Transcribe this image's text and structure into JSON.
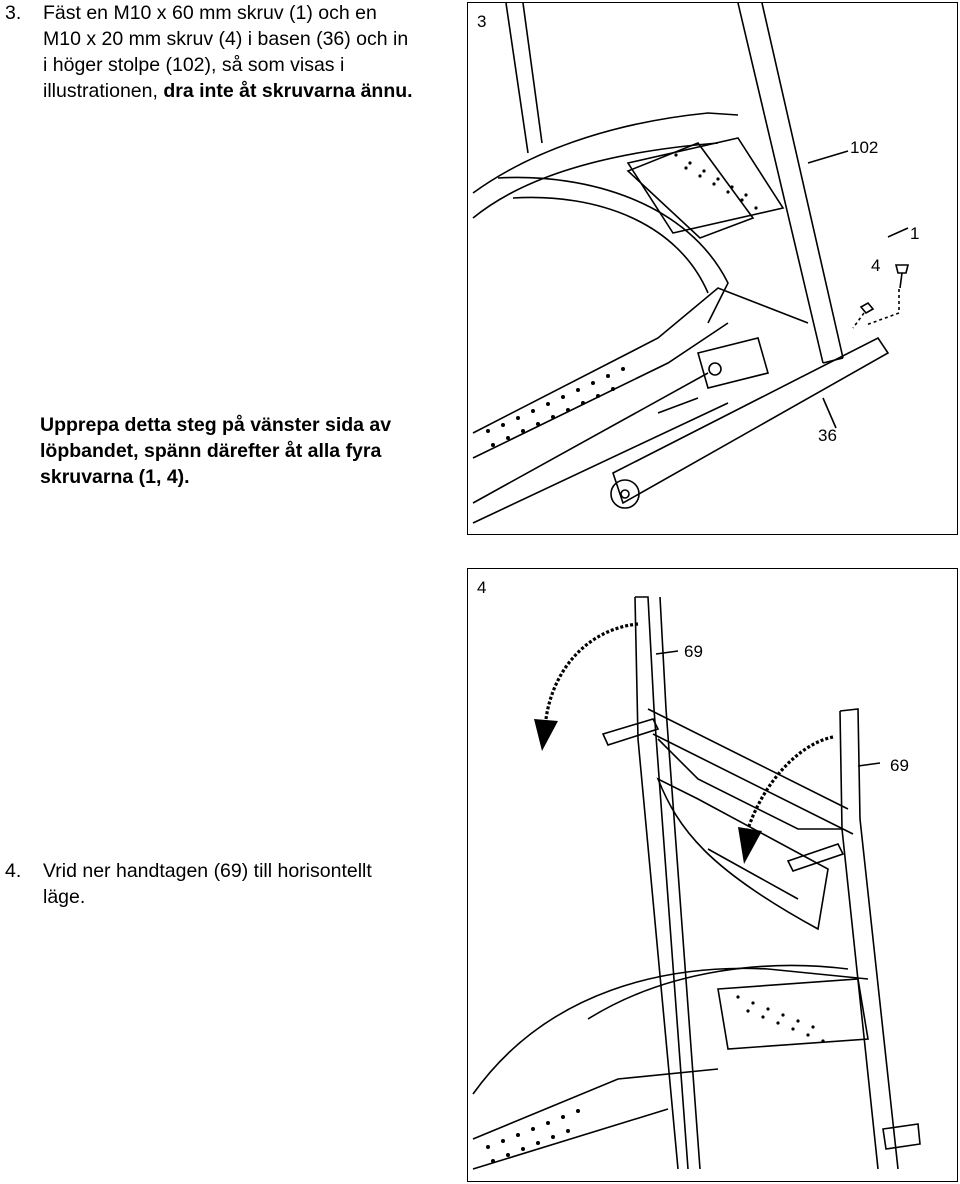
{
  "step3": {
    "number": "3.",
    "lines": [
      "Fäst en M10 x 60 mm skruv (1) och en",
      "M10 x 20 mm skruv (4) i basen (36) och in",
      "i höger stolpe (102), så som visas i",
      "illustrationen,"
    ],
    "bold_tail": "dra inte åt skruvarna ännu.",
    "repeat_note": [
      "Upprepa detta steg på vänster sida av",
      "löpbandet, spänn därefter åt alla fyra",
      "skruvarna (1, 4)."
    ]
  },
  "step4": {
    "number": "4.",
    "lines": [
      "Vrid ner handtagen (69) till horisontellt",
      "läge."
    ]
  },
  "figure3": {
    "label": "3",
    "callouts": {
      "upright": "102",
      "bolt_long": "1",
      "bolt_short": "4",
      "base": "36"
    }
  },
  "figure4": {
    "label": "4",
    "callouts": {
      "handle_left": "69",
      "handle_right": "69"
    }
  }
}
